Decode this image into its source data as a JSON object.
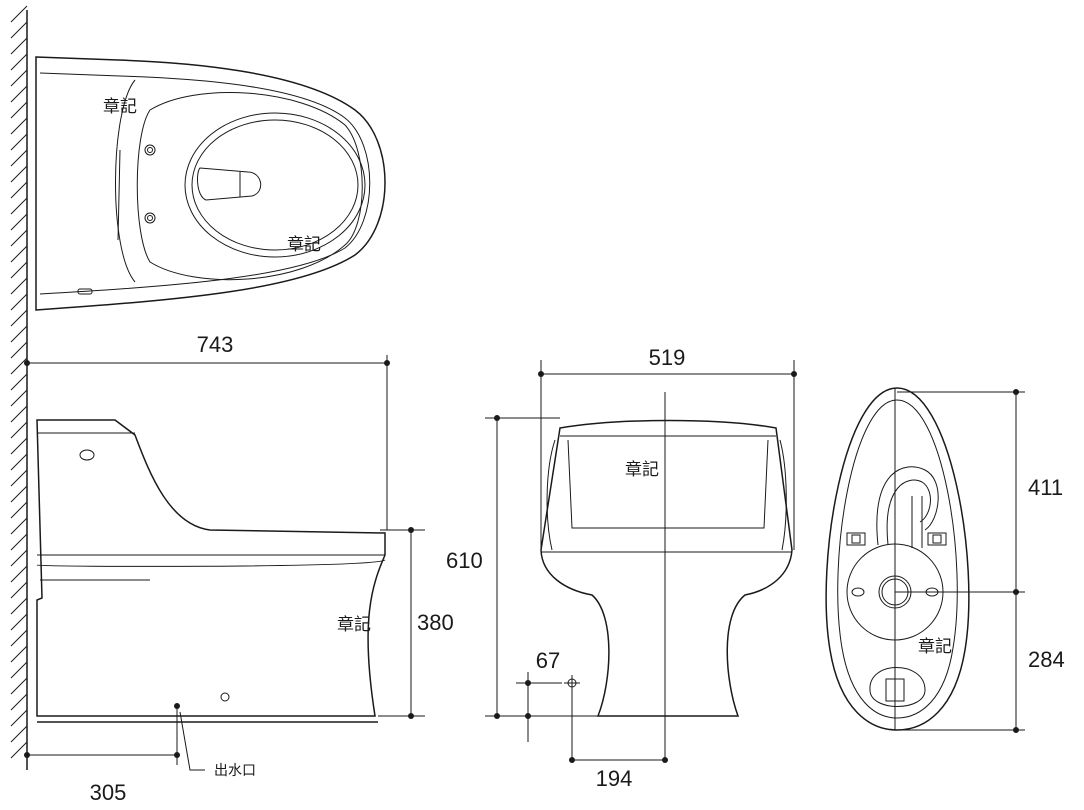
{
  "dimensions": {
    "length_total": "743",
    "width_total": "519",
    "height_total": "610",
    "seat_height": "380",
    "outlet_offset": "305",
    "outlet_offset_front": "67",
    "outlet_center": "194",
    "bottom_front": "411",
    "bottom_rear": "284"
  },
  "labels": {
    "brand_mark": "章記",
    "outlet": "出水口"
  }
}
